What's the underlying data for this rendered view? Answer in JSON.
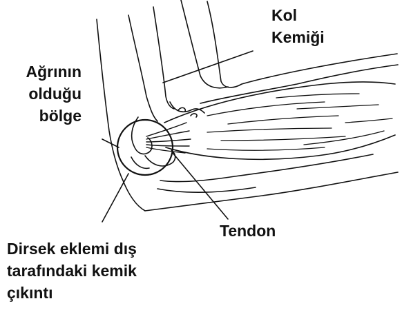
{
  "labels": {
    "arm_bone": "Kol\nKemiği",
    "pain_region": "Ağrının\nolduğu\nbölge",
    "tendon": "Tendon",
    "bony_prominence": "Dirsek eklemi dış\ntarafındaki kemik\nçıkıntı"
  },
  "colors": {
    "ink": "#111111",
    "background": "#ffffff"
  }
}
